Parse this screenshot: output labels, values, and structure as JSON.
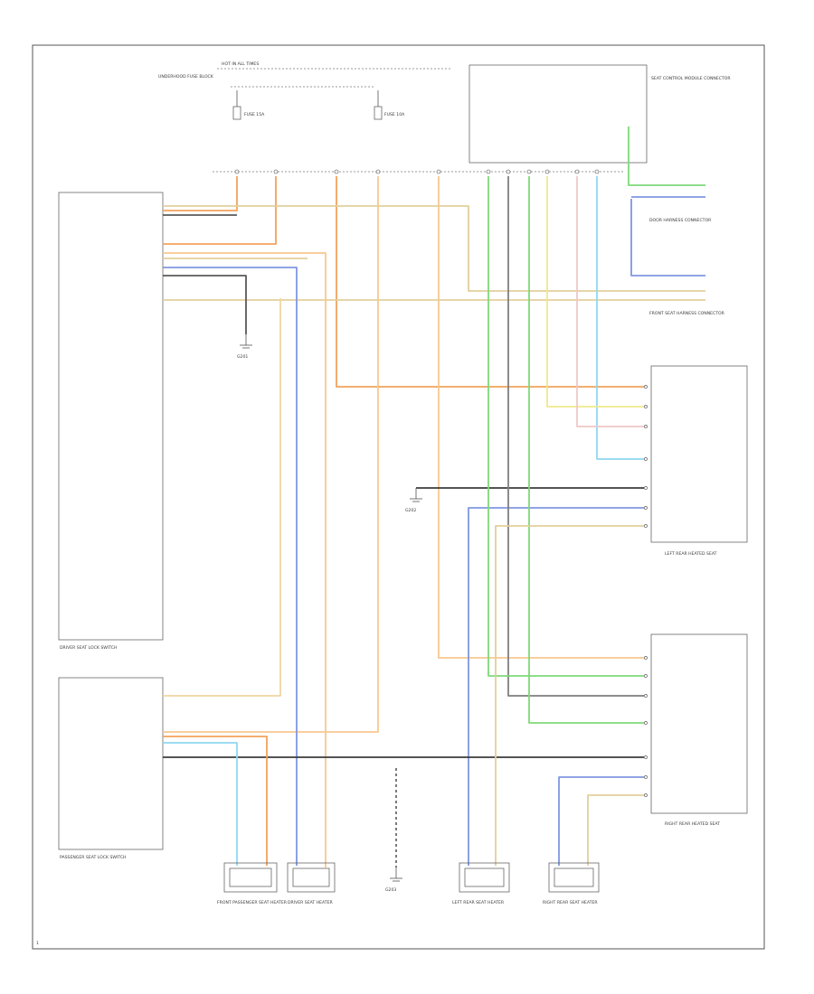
{
  "diagram": {
    "colors": {
      "orange": "#f3a25b",
      "light_orange": "#f7c890",
      "tan": "#e2cf9c",
      "gray": "#7f7f7f",
      "dark": "#3b3b3b",
      "blue": "#8097e0",
      "light_blue": "#8fd8f0",
      "green": "#7fd97a",
      "yellow": "#efe98a",
      "pink": "#f1c8c8"
    },
    "labels": {
      "top_hot": "HOT IN ALL TIMES",
      "fuse_block": "UNDERHOOD FUSE BLOCK",
      "fuse1": "FUSE 15A",
      "fuse2": "FUSE 10A",
      "right_top_block": "SEAT CONTROL MODULE CONNECTOR",
      "c1": "DOOR HARNESS CONNECTOR",
      "c2": "FRONT SEAT HARNESS CONNECTOR",
      "driver_switch": "DRIVER SEAT LOCK SWITCH",
      "passenger_switch": "PASSENGER SEAT LOCK SWITCH",
      "left_heated": "LEFT REAR HEATED SEAT",
      "right_heated": "RIGHT REAR HEATED SEAT",
      "ground_top": "G201",
      "ground_mid": "G202",
      "ground_bot": "G203",
      "act1": "FRONT PASSENGER SEAT HEATER",
      "act2": "DRIVER SEAT HEATER",
      "act3": "LEFT REAR SEAT HEATER",
      "act4": "RIGHT REAR SEAT HEATER",
      "page_no": "1"
    }
  }
}
